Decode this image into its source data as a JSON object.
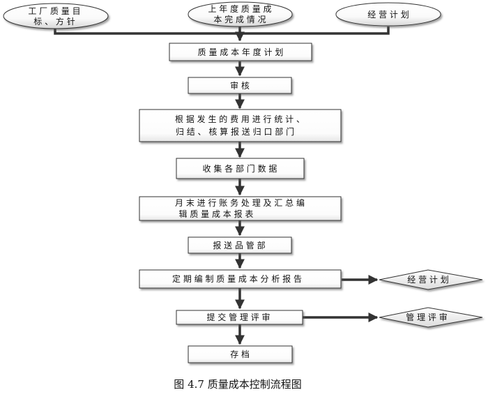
{
  "inputs": {
    "factory_quality_goal": [
      "工 厂 质 量 目",
      "标 、 方 针"
    ],
    "last_year_cost": [
      "上 年 度 质 量 成",
      "本 完 成 情 况"
    ],
    "business_plan": [
      "经 营 计 划"
    ]
  },
  "steps": {
    "annual_plan": [
      "质 量 成 本 年 度 计 划"
    ],
    "review": [
      "审 核"
    ],
    "collect_by_expense": [
      "根 据 发 生 的 费 用 进 行 统 计 、",
      "归 结 、 核 算 报 送 归 口 部 门"
    ],
    "collect_department_data": [
      "收 集 各 部 门 数 据"
    ],
    "monthly_report": [
      "月 末 进 行 账 务 处 理 及 汇 总 编",
      "辑 质 量 成 本 报 表"
    ],
    "send_quality_dept": [
      "报 送 品 管 部"
    ],
    "periodic_analysis": [
      "定 期 编 制 质 量 成 本 分 析 报 告"
    ],
    "submit_review": [
      "提 交 管 理 评 审"
    ],
    "archive": [
      "存 档"
    ]
  },
  "outputs": {
    "business_plan_out": [
      "经 营 计 划"
    ],
    "management_review": [
      "管 理 评 审"
    ]
  },
  "caption": "图 4.7  质量成本控制流程图"
}
